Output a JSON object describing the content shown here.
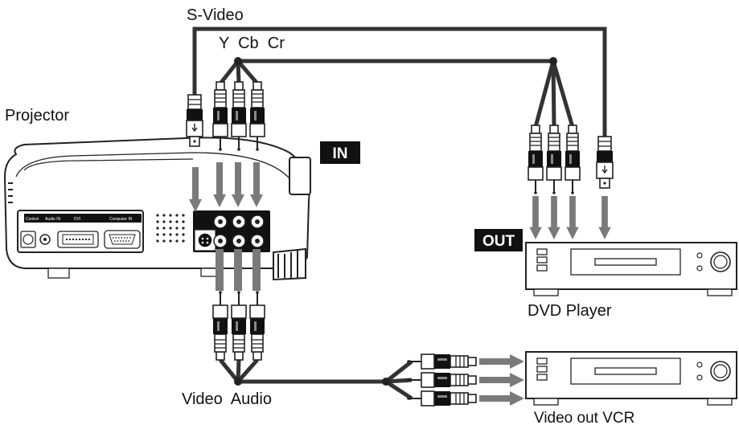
{
  "labels": {
    "projector": "Projector",
    "s_video": "S-Video",
    "component": "Y  Cb  Cr",
    "dvd_player": "DVD Player",
    "video_audio": "Video  Audio",
    "vcr": "Video out VCR"
  },
  "badges": {
    "in": "IN",
    "out": "OUT"
  },
  "panel_labels": {
    "control": "Control",
    "audio_in": "Audio IN",
    "dvi": "DVI",
    "computer_in": "Computer IN"
  },
  "colors": {
    "cable": "#333333",
    "arrow": "#7a7a7a",
    "badge_bg": "#111111",
    "outline": "#222222"
  },
  "icons": [
    "rca-plug-icon",
    "s-video-plug-icon",
    "arrow-down-icon",
    "arrow-right-icon",
    "projector-icon",
    "dvd-player-icon",
    "vcr-icon"
  ]
}
